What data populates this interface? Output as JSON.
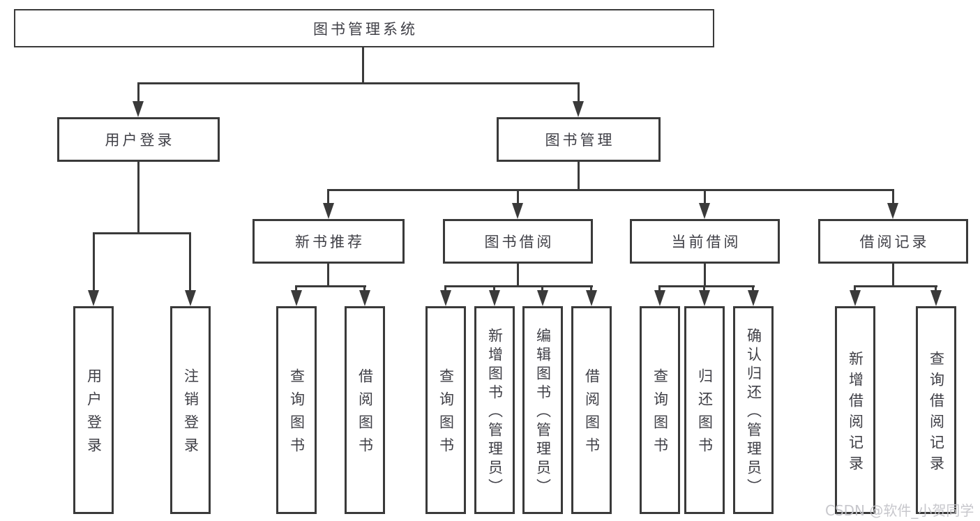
{
  "diagram": {
    "root_label": "图书管理系统",
    "level1": [
      {
        "id": "user-login",
        "label": "用户登录"
      },
      {
        "id": "book-management",
        "label": "图书管理"
      }
    ],
    "level2": [
      {
        "id": "new-book-recommend",
        "label": "新书推荐"
      },
      {
        "id": "book-borrowing",
        "label": "图书借阅"
      },
      {
        "id": "current-borrowing",
        "label": "当前借阅"
      },
      {
        "id": "borrowing-records",
        "label": "借阅记录"
      }
    ],
    "leaves": [
      {
        "label": "用户登录"
      },
      {
        "label": "注销登录"
      },
      {
        "label": "查询图书"
      },
      {
        "label": "借阅图书"
      },
      {
        "label": "查询图书"
      },
      {
        "label": "新增图书（管理员）"
      },
      {
        "label": "编辑图书（管理员）"
      },
      {
        "label": "借阅图书"
      },
      {
        "label": "查询图书"
      },
      {
        "label": "归还图书"
      },
      {
        "label": "确认归还（管理员）"
      },
      {
        "label": "新增借阅记录"
      },
      {
        "label": "查询借阅记录"
      }
    ]
  },
  "watermark": {
    "text": "CSDN @软件_小贺同学"
  },
  "colors": {
    "line": "#3a3a3a",
    "box_border": "#3a3a3a",
    "text": "#3f3f46",
    "background": "#ffffff",
    "watermark": "#c3c3c8"
  }
}
